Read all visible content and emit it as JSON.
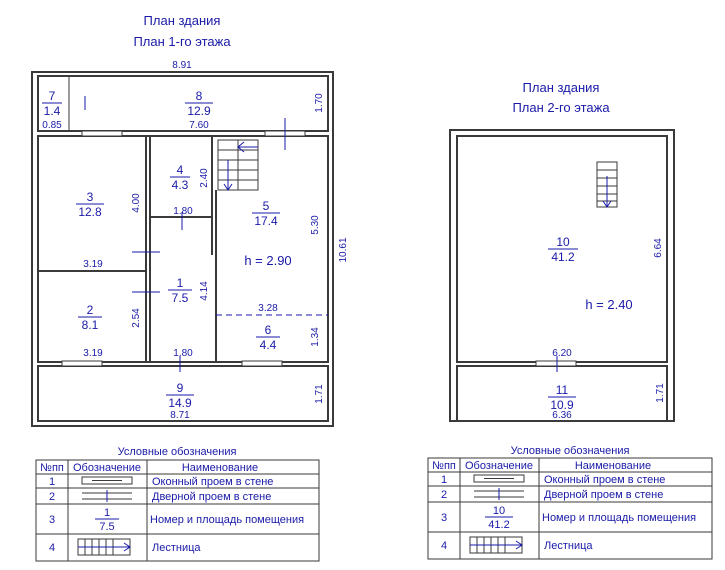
{
  "plan1": {
    "title_line1": "План здания",
    "title_line2": "План 1-го этажа",
    "dims": {
      "top": "8.91",
      "right": "10.61",
      "d760": "7.60",
      "d170": "1.70",
      "d085": "0.85",
      "d400": "4.00",
      "d319a": "3.19",
      "d319b": "3.19",
      "d180a": "1.80",
      "d240": "2.40",
      "d530": "5.30",
      "d414": "4.14",
      "d254": "2.54",
      "d328": "3.28",
      "d134": "1.34",
      "d180b": "1.80",
      "d171": "1.71",
      "d871": "8.71"
    },
    "rooms": [
      {
        "num": "7",
        "area": "1.4"
      },
      {
        "num": "8",
        "area": "12.9"
      },
      {
        "num": "3",
        "area": "12.8"
      },
      {
        "num": "4",
        "area": "4.3"
      },
      {
        "num": "5",
        "area": "17.4"
      },
      {
        "num": "1",
        "area": "7.5"
      },
      {
        "num": "2",
        "area": "8.1"
      },
      {
        "num": "6",
        "area": "4.4"
      },
      {
        "num": "9",
        "area": "14.9"
      }
    ],
    "height": "h = 2.90"
  },
  "plan2": {
    "title_line1": "План здания",
    "title_line2": "План 2-го этажа",
    "dims": {
      "d664": "6.64",
      "d620": "6.20",
      "d171": "1.71",
      "d636": "6.36"
    },
    "rooms": [
      {
        "num": "10",
        "area": "41.2"
      },
      {
        "num": "11",
        "area": "10.9"
      }
    ],
    "height": "h = 2.40"
  },
  "legend1": {
    "title": "Условные обозначения",
    "headers": [
      "№пп",
      "Обозначение",
      "Наименование"
    ],
    "rows": [
      {
        "n": "1",
        "name": "Оконный проем в стене"
      },
      {
        "n": "2",
        "name": "Дверной проем в стене"
      },
      {
        "n": "3",
        "name": "Номер и площадь помещения",
        "sym_num": "1",
        "sym_area": "7.5"
      },
      {
        "n": "4",
        "name": "Лестница"
      }
    ]
  },
  "legend2": {
    "title": "Условные обозначения",
    "headers": [
      "№пп",
      "Обозначение",
      "Наименование"
    ],
    "rows": [
      {
        "n": "1",
        "name": "Оконный проем в стене"
      },
      {
        "n": "2",
        "name": "Дверной проем в стене"
      },
      {
        "n": "3",
        "name": "Номер и площадь помещения",
        "sym_num": "10",
        "sym_area": "41.2"
      },
      {
        "n": "4",
        "name": "Лестница"
      }
    ]
  }
}
